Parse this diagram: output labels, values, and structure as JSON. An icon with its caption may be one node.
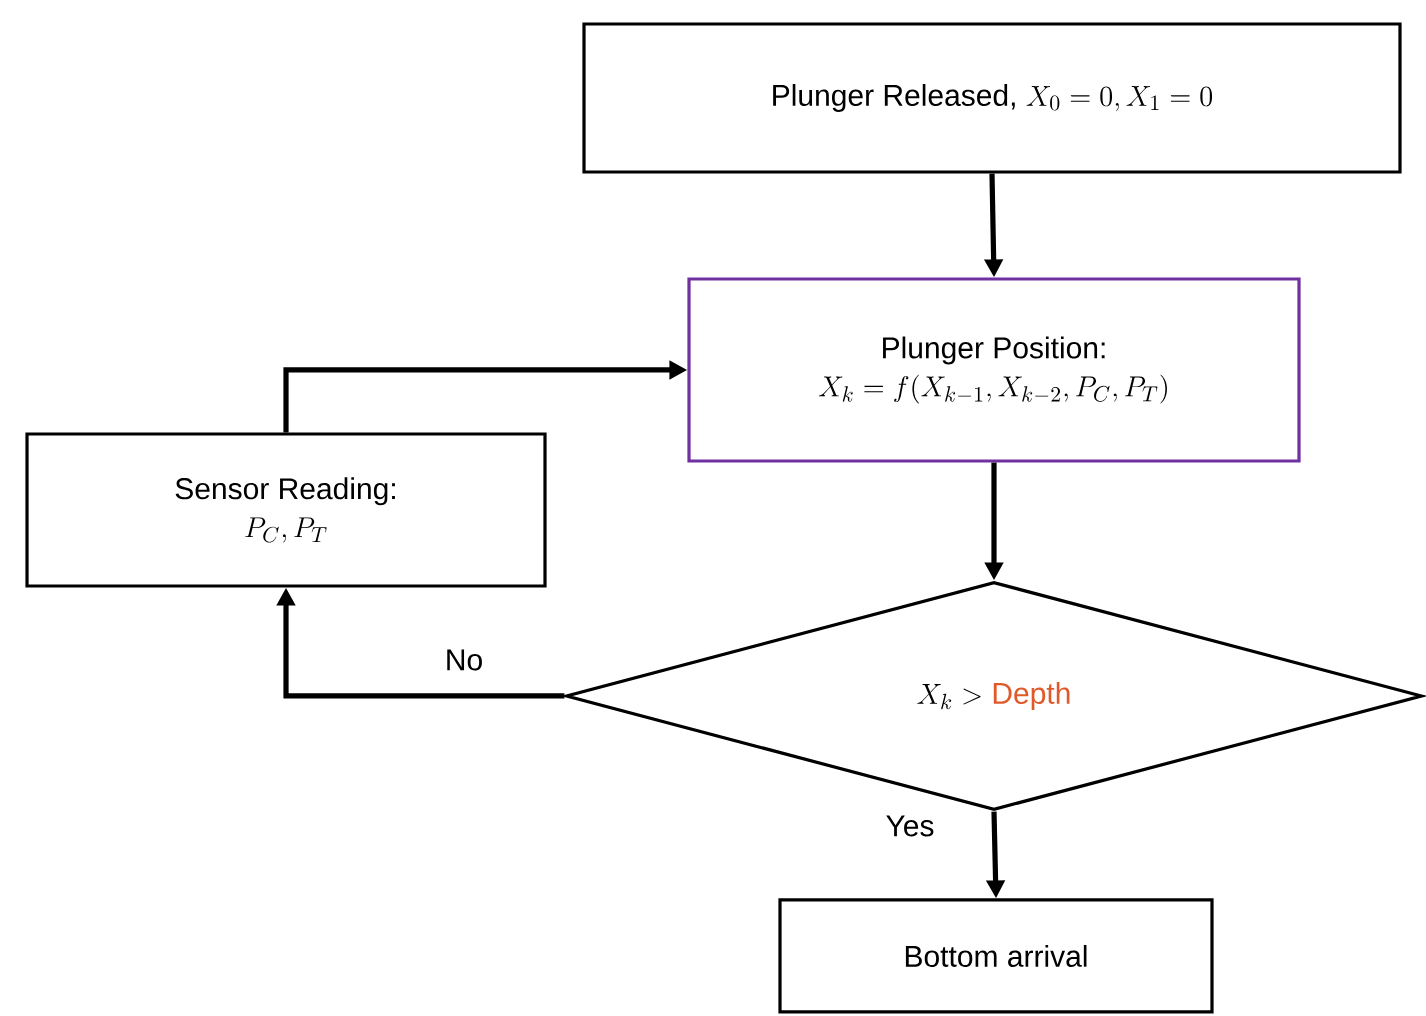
{
  "diagram": {
    "nodes": [
      {
        "text": [
          "Plunger Released,",
          "X_0 = 0, X_1 = 0"
        ]
      },
      {
        "text": [
          "Plunger Position:",
          "X_k = f(X_{k-1}, X_{k-2}, P_C, P_T)"
        ]
      },
      {
        "text": [
          "Sensor Reading:",
          "P_C, P_T"
        ]
      },
      {
        "text": [
          "X_k >",
          "Depth"
        ]
      },
      {
        "text": [
          "Bottom arrival"
        ]
      }
    ],
    "edges": [
      {
        "from": 0,
        "to": 1,
        "arrow": "to"
      },
      {
        "from": 1,
        "to": 3,
        "arrow": "to"
      },
      {
        "from": 3,
        "to": 2,
        "arrow": "to",
        "label": "No"
      },
      {
        "from": 2,
        "to": 1,
        "arrow": "to"
      },
      {
        "from": 3,
        "to": 4,
        "arrow": "to",
        "label": "Yes"
      }
    ]
  }
}
